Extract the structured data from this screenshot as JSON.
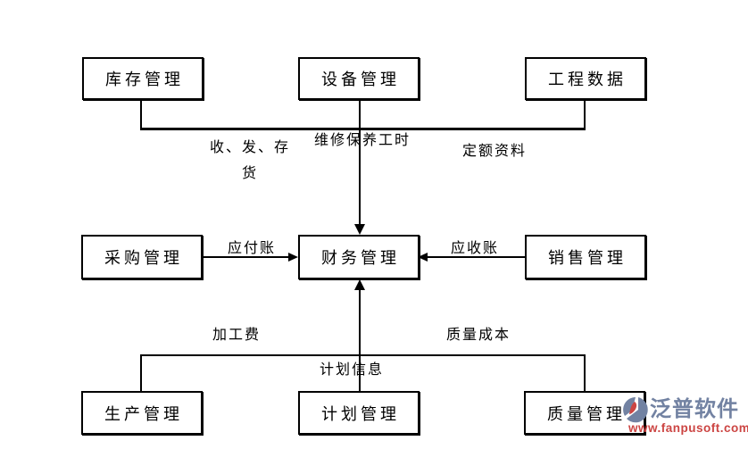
{
  "nodes": {
    "inventory": {
      "label": "库存管理"
    },
    "equipment": {
      "label": "设备管理"
    },
    "engineering": {
      "label": "工程数据"
    },
    "procurement": {
      "label": "采购管理"
    },
    "finance": {
      "label": "财务管理"
    },
    "sales": {
      "label": "销售管理"
    },
    "production": {
      "label": "生产管理"
    },
    "planning": {
      "label": "计划管理"
    },
    "quality": {
      "label": "质量管理"
    }
  },
  "edge_labels": {
    "stock_flow_line1": "收、发、存",
    "stock_flow_line2": "货",
    "maintenance_hours": "维修保养工时",
    "quota_data": "定额资料",
    "accounts_payable": "应付账",
    "accounts_receivable": "应收账",
    "processing_fee": "加工费",
    "quality_cost": "质量成本",
    "plan_info": "计划信息"
  },
  "watermark": {
    "brand": "泛普软件",
    "url": "www.fanpusoft.com",
    "brand_color": "#7282a2",
    "url_color": "#cc4543",
    "icon_blue": "#7282a2",
    "icon_red": "#cc4543"
  },
  "colors": {
    "background": "#ffffff",
    "line": "#000000",
    "box_border": "#000000"
  }
}
